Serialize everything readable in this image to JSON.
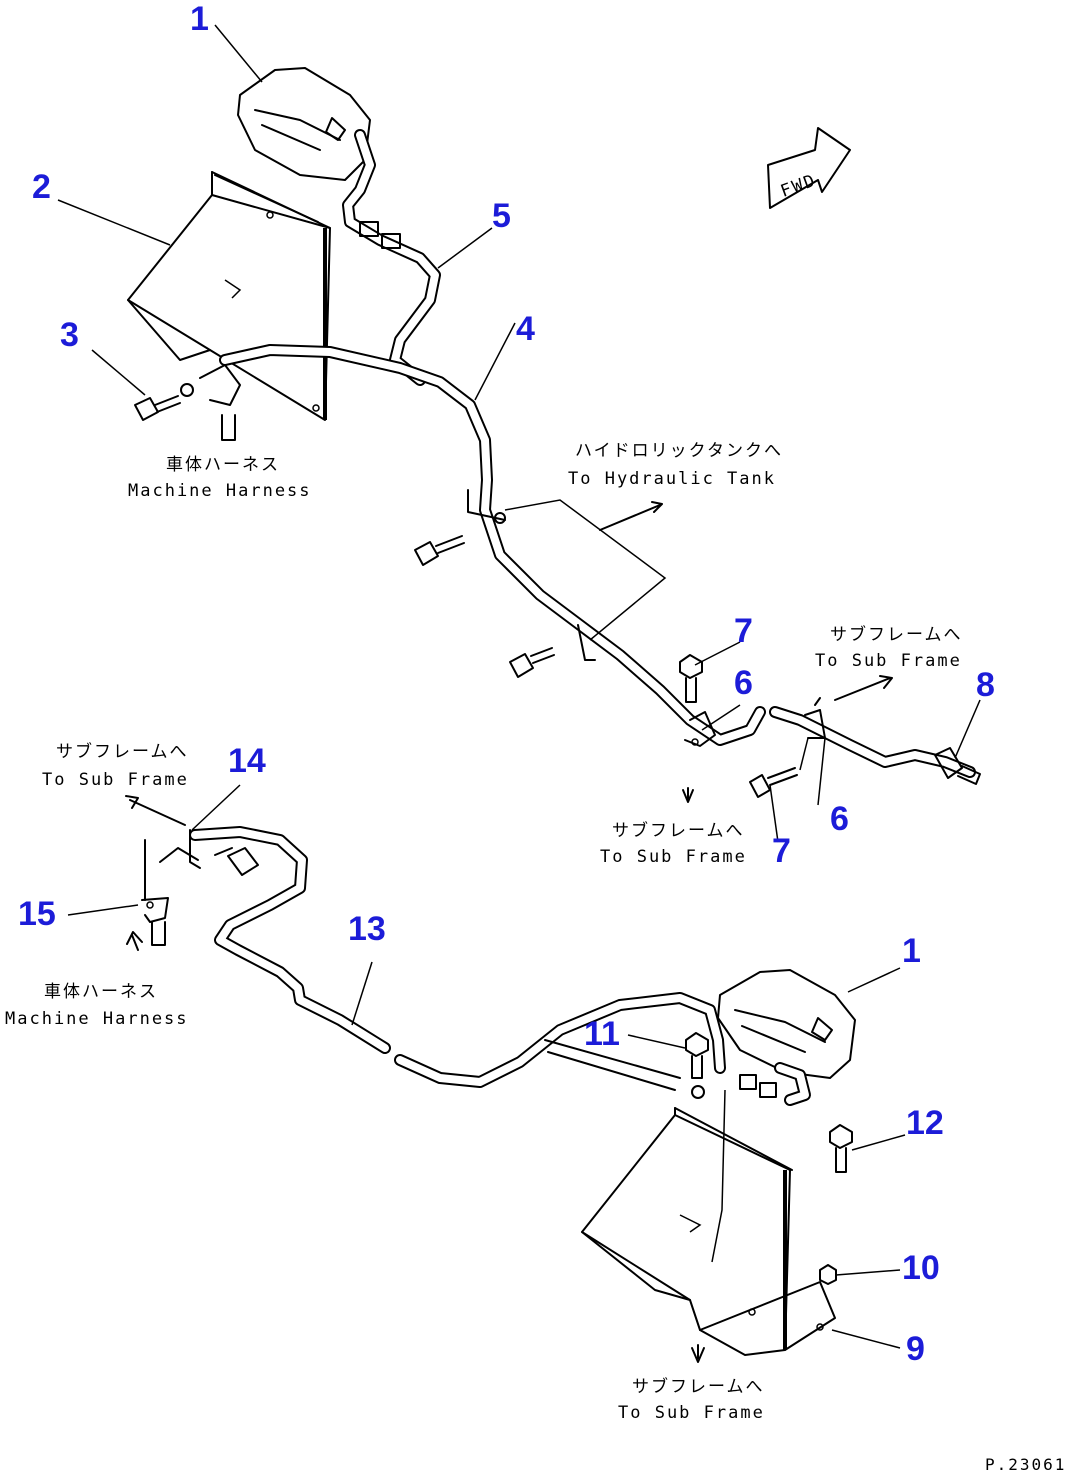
{
  "callouts": {
    "c1a": "1",
    "c2": "2",
    "c3": "3",
    "c4": "4",
    "c5": "5",
    "c6a": "6",
    "c6b": "6",
    "c7a": "7",
    "c7b": "7",
    "c8": "8",
    "c1b": "1",
    "c9": "9",
    "c10": "10",
    "c11": "11",
    "c12": "12",
    "c13": "13",
    "c14": "14",
    "c15": "15"
  },
  "captions": {
    "machine_harness_top_jp": "車体ハーネス",
    "machine_harness_top_en": "Machine Harness",
    "hydraulic_tank_jp": "ハイドロリックタンクへ",
    "hydraulic_tank_en": "To Hydraulic Tank",
    "sub_frame_right_jp": "サブフレームへ",
    "sub_frame_right_en": "To Sub Frame",
    "sub_frame_mid_jp": "サブフレームへ",
    "sub_frame_mid_en": "To Sub Frame",
    "sub_frame_left_jp": "サブフレームへ",
    "sub_frame_left_en": "To Sub Frame",
    "machine_harness_left_jp": "車体ハーネス",
    "machine_harness_left_en": "Machine Harness",
    "sub_frame_bottom_jp": "サブフレームへ",
    "sub_frame_bottom_en": "To Sub Frame",
    "fwd_mark": "FWD",
    "drawing_code": "P.23061"
  },
  "colors": {
    "callout": "#1c1cd8",
    "line": "#000000",
    "background": "#ffffff"
  }
}
